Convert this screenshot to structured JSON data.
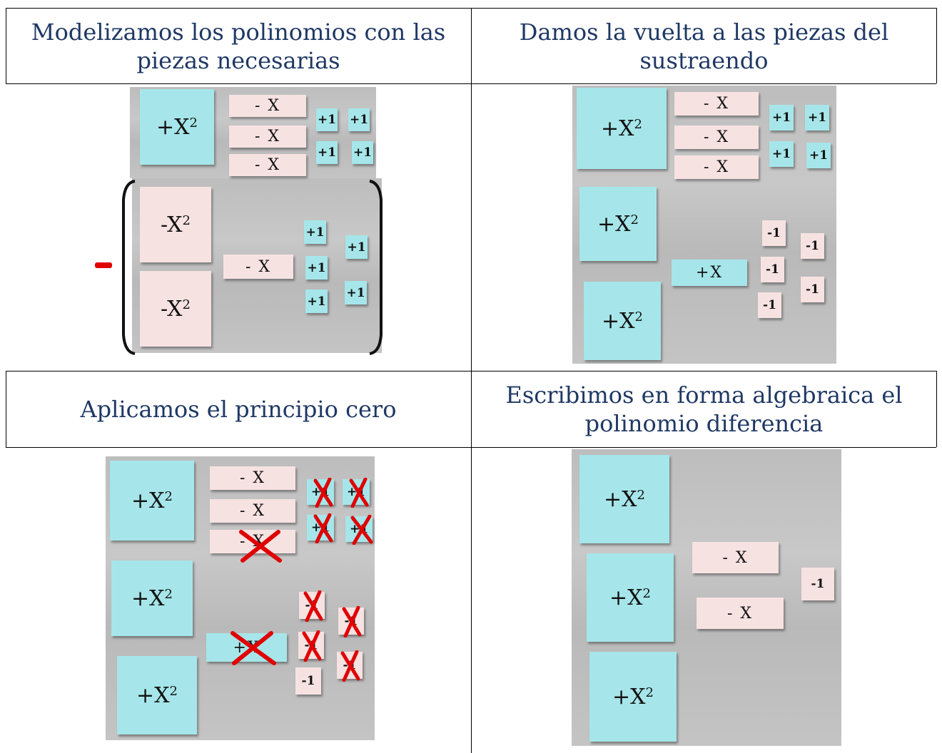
{
  "headers": {
    "h1": "Modelizamos los polinomios con las piezas necesarias",
    "h2": "Damos la vuelta a las piezas del sustraendo",
    "h3": "Aplicamos el principio cero",
    "h4": "Escribimos en forma algebraica el polinomio diferencia"
  },
  "tiles": {
    "pos_x2": "+X",
    "neg_x2": "-X",
    "exp": "2",
    "neg_x": "- X",
    "pos_x": "+X",
    "pos_1": "+1",
    "neg_1": "-1"
  },
  "colors": {
    "header_text": "#1f3864",
    "positive_tile": "#a6e6ea",
    "negative_tile": "#f7e2e2",
    "cross_mark": "#e00000"
  }
}
